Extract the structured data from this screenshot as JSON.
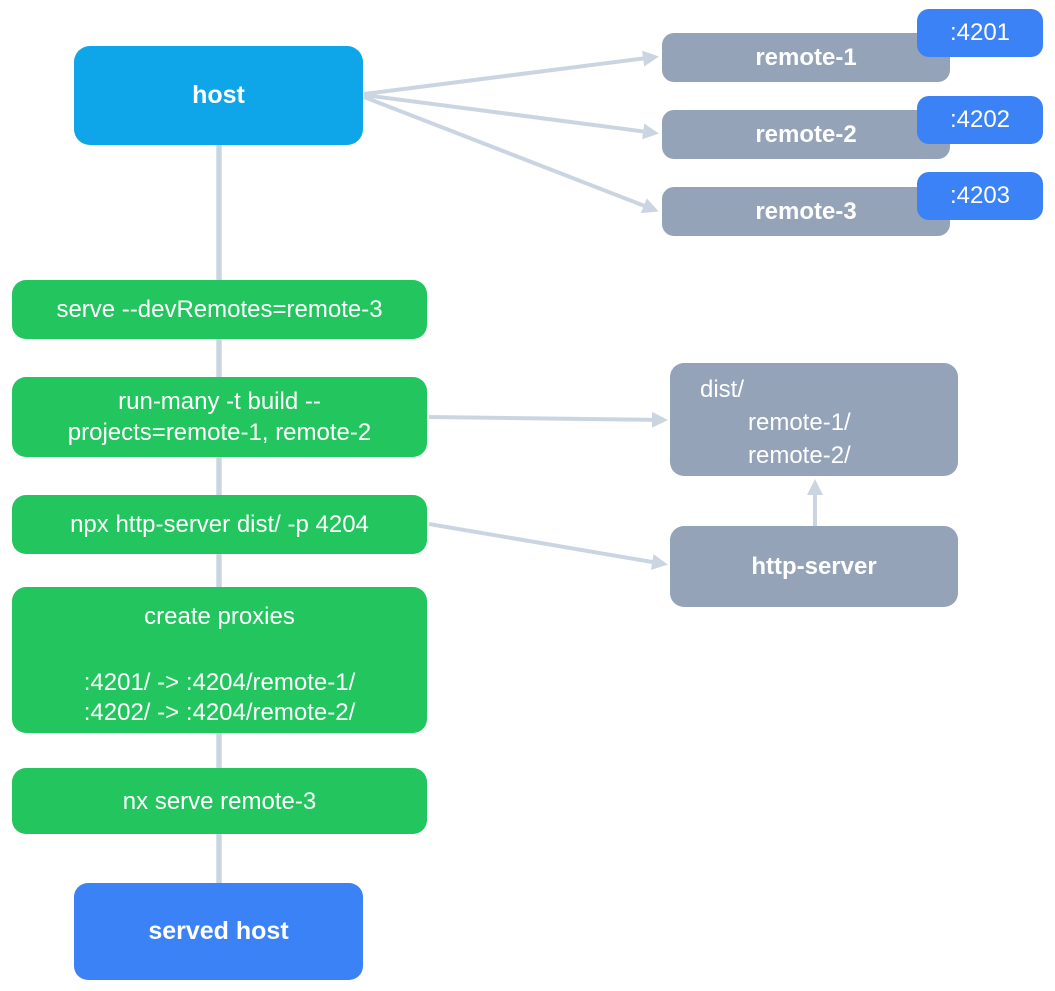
{
  "colors": {
    "host": "#0EA5E9",
    "remote": "#94A3B8",
    "port_badge": "#3B82F6",
    "command": "#23C55E",
    "served_host": "#3B82F6",
    "connector": "#CBD5E1",
    "text": "#FFFFFF"
  },
  "nodes": {
    "host": {
      "label": "host"
    },
    "remotes": [
      {
        "label": "remote-1",
        "port": ":4201"
      },
      {
        "label": "remote-2",
        "port": ":4202"
      },
      {
        "label": "remote-3",
        "port": ":4203"
      }
    ],
    "commands": {
      "serve": {
        "text": "serve --devRemotes=remote-3"
      },
      "build": {
        "line1": "run-many -t build --",
        "line2": "projects=remote-1, remote-2"
      },
      "http_server": {
        "text": "npx http-server dist/ -p 4204"
      },
      "proxies": {
        "title": "create proxies",
        "rule1": ":4201/ -> :4204/remote-1/",
        "rule2": ":4202/ -> :4204/remote-2/"
      },
      "nx_serve": {
        "text": "nx serve remote-3"
      }
    },
    "dist": {
      "line1": "dist/",
      "line2": "remote-1/",
      "line3": "remote-2/"
    },
    "http_server": {
      "label": "http-server"
    },
    "served_host": {
      "label": "served host"
    }
  }
}
